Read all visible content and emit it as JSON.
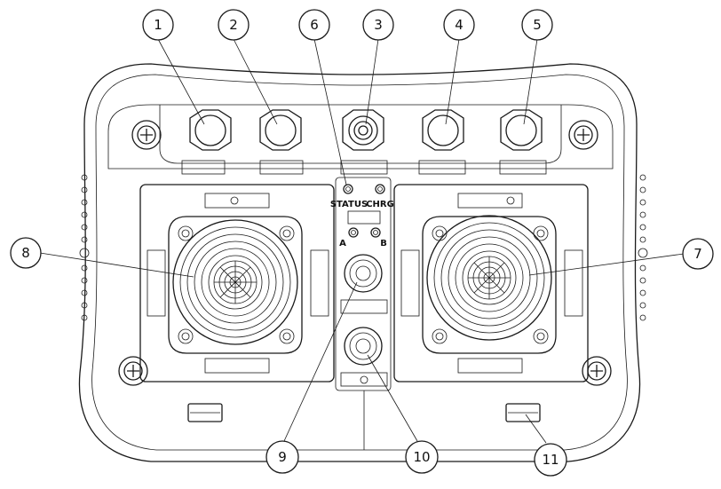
{
  "panel_labels": {
    "status": "STATUS",
    "chrg": "CHRG",
    "a": "A",
    "b": "B"
  },
  "callouts": [
    {
      "id": "c1",
      "label": "1"
    },
    {
      "id": "c2",
      "label": "2"
    },
    {
      "id": "c3",
      "label": "3"
    },
    {
      "id": "c4",
      "label": "4"
    },
    {
      "id": "c5",
      "label": "5"
    },
    {
      "id": "c6",
      "label": "6"
    },
    {
      "id": "c7",
      "label": "7"
    },
    {
      "id": "c8",
      "label": "8"
    },
    {
      "id": "c9",
      "label": "9"
    },
    {
      "id": "c10",
      "label": "10"
    },
    {
      "id": "c11",
      "label": "11"
    }
  ]
}
